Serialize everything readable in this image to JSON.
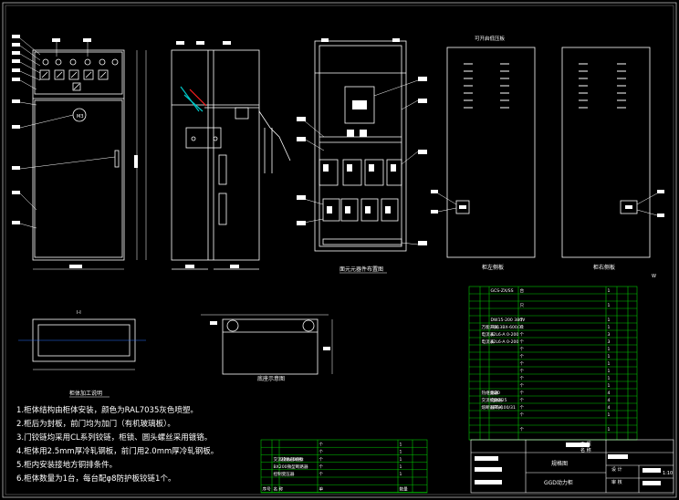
{
  "drawing": {
    "background": "#000000",
    "colors": {
      "line": "#ffffff",
      "frame": "#cfcfcf",
      "grid": "#00c800",
      "accent_red": "#ff2020",
      "accent_cyan": "#00c8c8",
      "yellow": "#ffff00"
    }
  },
  "views": {
    "front_small_label": "M3",
    "interior_caption": "面元元器件布置图",
    "top_panel_label": "可开启低压板",
    "left_caption": "柜左侧板",
    "right_caption": "柜右侧板",
    "right_side_label": "W"
  },
  "details": {
    "base_title": "柜体加工说明",
    "bracket_caption": "底座示意图",
    "base_label": "I-I"
  },
  "notes": [
    "1.柜体结构由柜体安装，颜色为RAL7035灰色喷塑。",
    "2.柜后为封板，前门均为加门（有机玻璃板）。",
    "3.门铰链均采用CL系列铰链，柜锁、圆头螺丝采用镀铬。",
    "4.柜体用2.5mm厚冷轧钢板，前门用2.0mm厚冷轧钢板。",
    "5.柜内安装接地方铜排条件。",
    "6.柜体数量为1台，每台配φ8防护板铰链1个。"
  ],
  "bom": {
    "rows": [
      [
        "",
        "",
        "GCS-ZX/SS",
        "台",
        "1"
      ],
      [
        "",
        "",
        "",
        "",
        ""
      ],
      [
        "",
        "",
        "",
        "只",
        "1"
      ],
      [
        "",
        "",
        "",
        "",
        ""
      ],
      [
        "",
        "",
        "DW15-200  380V",
        "个",
        "1"
      ],
      [
        "",
        "万能开关",
        "HD13BX-600/31",
        "个",
        "1"
      ],
      [
        "",
        "电流表",
        "42L6-A 0-200",
        "个",
        "3"
      ],
      [
        "",
        "电流表",
        "42L6-A 0-200",
        "个",
        "3"
      ],
      [
        "",
        "",
        "",
        "个",
        "1"
      ],
      [
        "",
        "",
        "",
        "个",
        "1"
      ],
      [
        "",
        "",
        "",
        "个",
        "1"
      ],
      [
        "",
        "",
        "",
        "个",
        "1"
      ],
      [
        "",
        "",
        "",
        "个",
        "1"
      ],
      [
        "",
        "",
        "",
        "个",
        "1"
      ],
      [
        "",
        "热继电器",
        "JR20",
        "个",
        "4"
      ],
      [
        "",
        "交流接触器",
        "CJ20-25",
        "个",
        "4"
      ],
      [
        "",
        "熔断器开关",
        "HR5-100/31",
        "个",
        "4"
      ],
      [
        "",
        "",
        "",
        "个",
        "1"
      ],
      [
        "",
        "",
        "",
        "",
        ""
      ],
      [
        "",
        "",
        "",
        "个",
        "1"
      ],
      [
        "",
        "",
        "",
        "",
        ""
      ]
    ]
  },
  "sub_bom": {
    "rows": [
      [
        "",
        "",
        "",
        "个",
        "1"
      ],
      [
        "",
        "",
        "",
        "个",
        "1"
      ],
      [
        "",
        "交流接触器线圈",
        "220V 50Hz",
        "个",
        "1"
      ],
      [
        "",
        "BX200微型断路器",
        "",
        "个",
        "1"
      ],
      [
        "",
        "控制变压器",
        "",
        "个",
        "1"
      ],
      [
        "",
        "",
        "",
        "",
        ""
      ]
    ],
    "footer": [
      "序号",
      "名 称",
      "",
      "单",
      "数量"
    ]
  },
  "title_block": {
    "drawing_name": "GGD动力柜",
    "type_label": "规格图",
    "project_label": "工 程",
    "name_label": "名 称",
    "design_label": "设 计",
    "check_label": "审 核",
    "scale": "1:10"
  }
}
